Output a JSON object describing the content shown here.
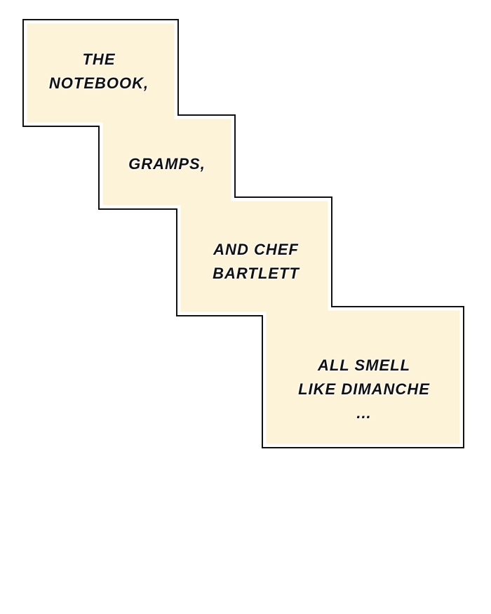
{
  "colors": {
    "box_fill": "#fdf3d8",
    "outline": "#111111",
    "inner_border": "#ffffff"
  },
  "captions": [
    {
      "lines": [
        "THE",
        "NOTEBOOK,"
      ]
    },
    {
      "lines": [
        "GRAMPS,"
      ]
    },
    {
      "lines": [
        "AND CHEF",
        "BARTLETT"
      ]
    },
    {
      "lines": [
        "ALL SMELL",
        "LIKE DIMANCHE",
        "..."
      ]
    }
  ]
}
